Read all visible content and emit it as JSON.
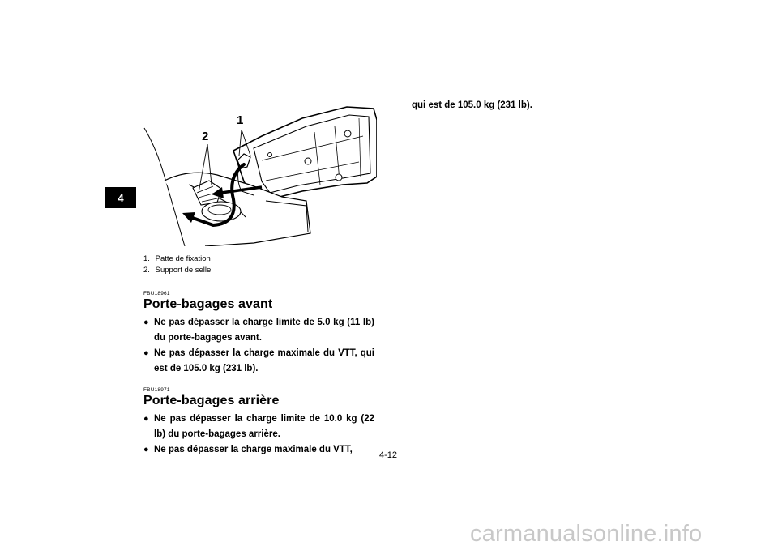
{
  "chapter_tab": "4",
  "figure": {
    "callout_1": "1",
    "callout_2": "2",
    "legend": [
      {
        "num": "1.",
        "label": "Patte de fixation"
      },
      {
        "num": "2.",
        "label": "Support de selle"
      }
    ]
  },
  "sections": [
    {
      "code": "FBU18961",
      "title": "Porte-bagages avant",
      "bullets": [
        "Ne pas dépasser la charge limite de 5.0 kg (11 lb) du porte-bagages avant.",
        "Ne pas dépasser la charge maximale du VTT, qui est de 105.0 kg (231 lb)."
      ]
    },
    {
      "code": "FBU18971",
      "title": "Porte-bagages arrière",
      "bullets": [
        "Ne pas dépasser la charge limite de 10.0 kg (22 lb) du porte-bagages arrière.",
        "Ne pas dépasser la charge maximale du VTT,"
      ]
    }
  ],
  "continued_text": "qui est de 105.0 kg (231 lb).",
  "bullet_glyph": "●",
  "page_number": "4-12",
  "watermark": "carmanualsonline.info"
}
